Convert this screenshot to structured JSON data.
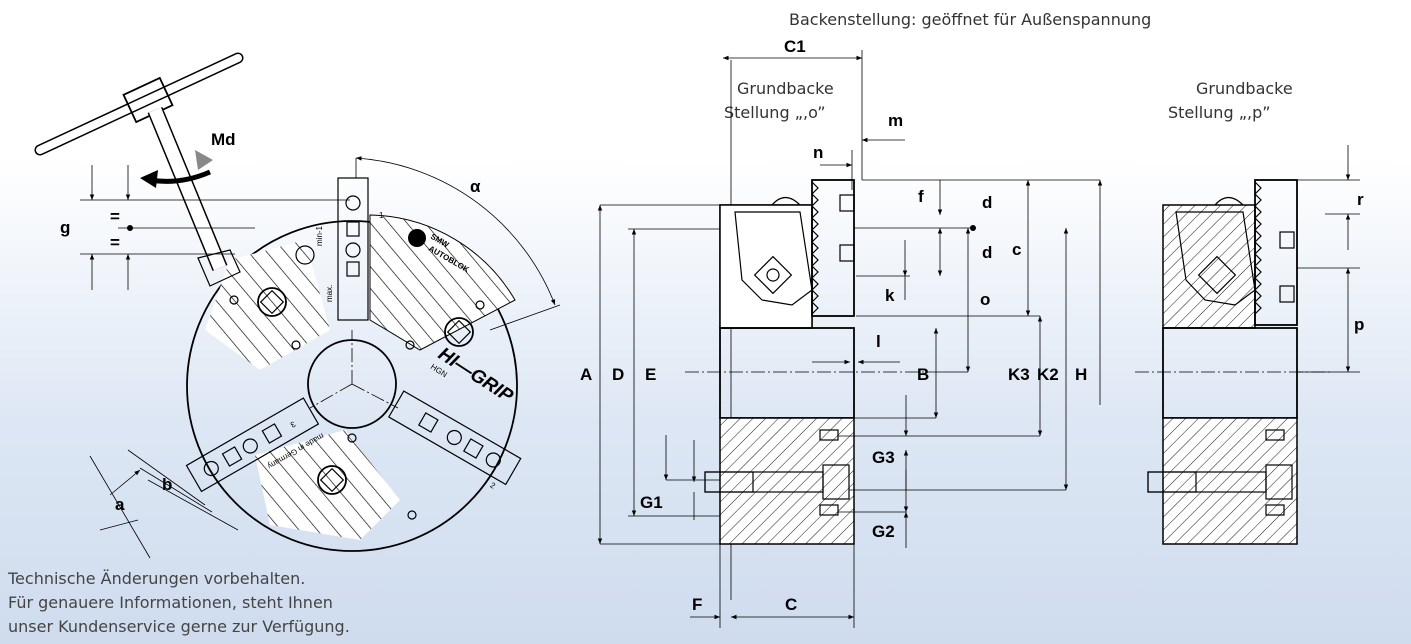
{
  "header": {
    "jaw_position": "Backenstellung: geöffnet für Außenspannung",
    "jaw_o_line1": "Grundbacke",
    "jaw_o_line2": "Stellung „,o”",
    "jaw_p_line1": "Grundbacke",
    "jaw_p_line2": "Stellung „,p”"
  },
  "note": {
    "line1": "Technische Änderungen vorbehalten.",
    "line2": "Für genauere Informationen, steht Ihnen",
    "line3": "unser Kundenservice gerne zur Verfügung."
  },
  "front_view": {
    "torque": "Md",
    "angle": "α",
    "g": "g",
    "eq1": "=",
    "eq2": "=",
    "a": "a",
    "b": "b",
    "brand": "HI—GRIP",
    "model": "HGN",
    "logo_line1": "SMW",
    "logo_line2": "AUTOBLOK",
    "made_in": "made in Germany",
    "min": "min-1",
    "max": "max.",
    "jaw1": "1",
    "jaw2": "2",
    "jaw3": "3"
  },
  "section_view": {
    "C1": "C1",
    "m": "m",
    "n": "n",
    "f": "f",
    "d1": "d",
    "d2": "d",
    "c": "c",
    "k": "k",
    "o": "o",
    "l": "l",
    "A": "A",
    "D": "D",
    "E": "E",
    "B": "B",
    "K3": "K3",
    "K2": "K2",
    "H": "H",
    "G3": "G3",
    "G1": "G1",
    "G2": "G2",
    "F": "F",
    "C": "C"
  },
  "side_view": {
    "r": "r",
    "p": "p"
  }
}
